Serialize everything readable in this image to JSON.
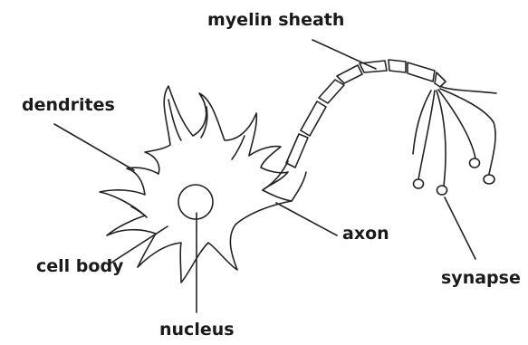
{
  "labels": {
    "myelin_sheath": "myelin sheath",
    "dendrites": "dendrites",
    "axon": "axon",
    "cell_body": "cell body",
    "synapse": "synapse",
    "nucleus": "nucleus"
  },
  "colors": {
    "stroke": "#222222",
    "background": "#ffffff"
  }
}
